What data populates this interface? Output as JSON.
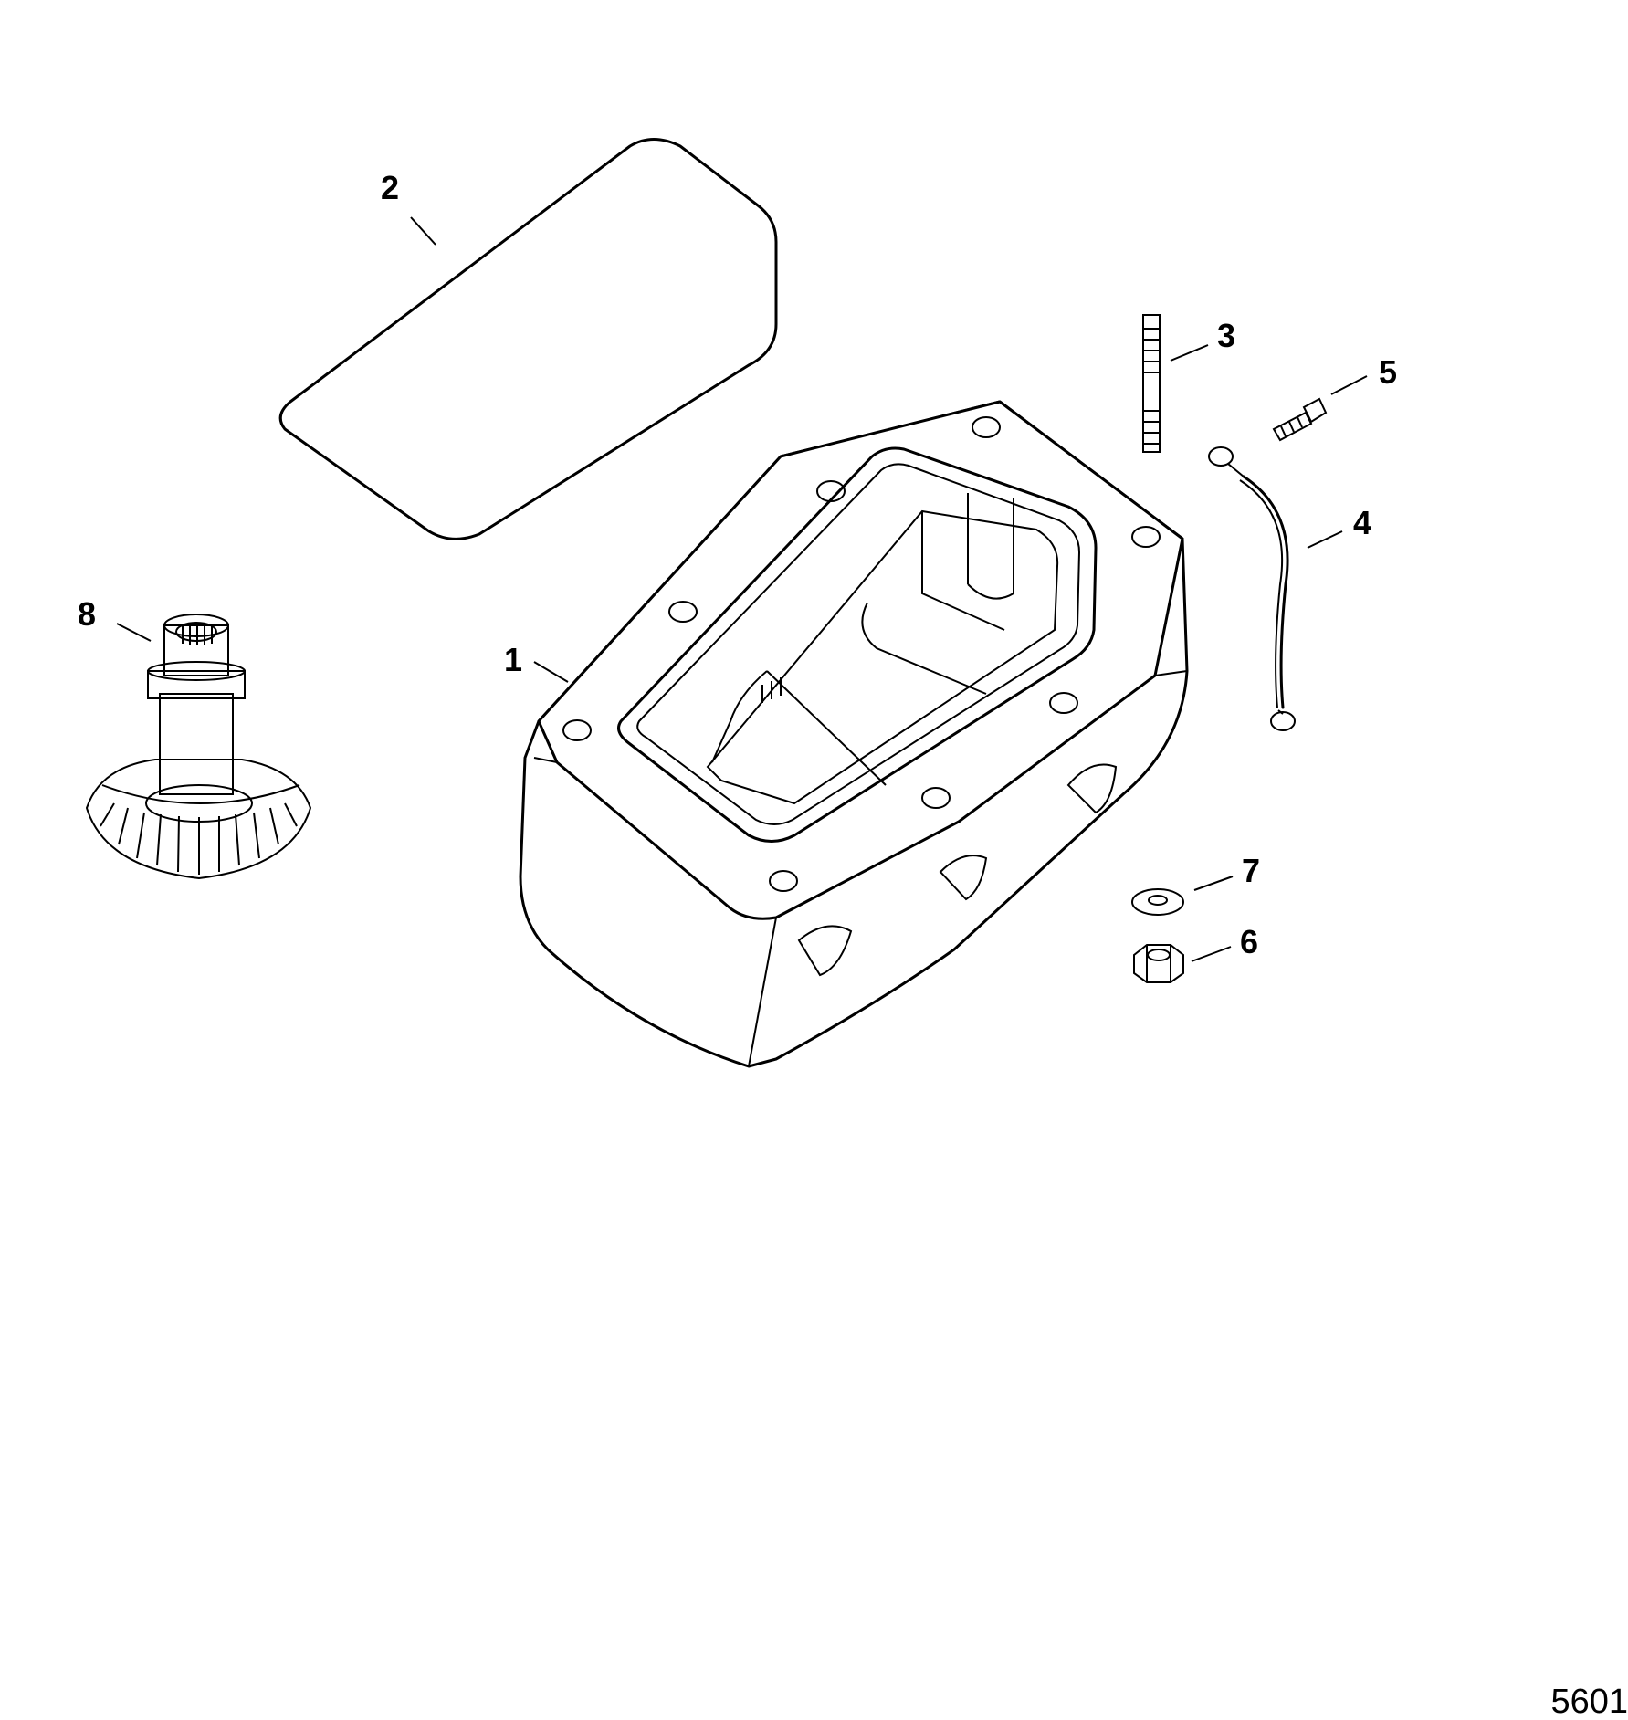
{
  "callouts": [
    {
      "id": "1",
      "label": "1",
      "part": "housing"
    },
    {
      "id": "2",
      "label": "2",
      "part": "gasket"
    },
    {
      "id": "3",
      "label": "3",
      "part": "stud"
    },
    {
      "id": "4",
      "label": "4",
      "part": "ground-wire"
    },
    {
      "id": "5",
      "label": "5",
      "part": "screw"
    },
    {
      "id": "6",
      "label": "6",
      "part": "nut"
    },
    {
      "id": "7",
      "label": "7",
      "part": "washer"
    },
    {
      "id": "8",
      "label": "8",
      "part": "bevel-gear"
    }
  ],
  "figure_number": "5601"
}
